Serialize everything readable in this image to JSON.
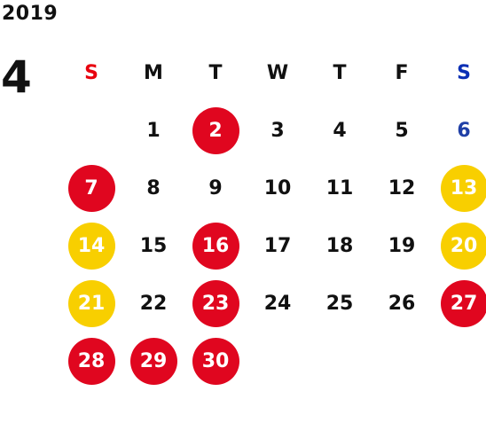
{
  "calendar": {
    "year": "2019",
    "month": "4",
    "weekdays": [
      {
        "label": "S",
        "color": "#e8000e"
      },
      {
        "label": "M",
        "color": "#111111"
      },
      {
        "label": "T",
        "color": "#111111"
      },
      {
        "label": "W",
        "color": "#111111"
      },
      {
        "label": "T",
        "color": "#111111"
      },
      {
        "label": "F",
        "color": "#111111"
      },
      {
        "label": "S",
        "color": "#0a2fb5"
      }
    ],
    "colors": {
      "holiday": "#e0061f",
      "weekend": "#f8cf00",
      "sunday_text": "#e8000e",
      "saturday_text": "#1f3fa6",
      "normal_text": "#111111"
    },
    "days": [
      {
        "label": "",
        "mark": "none"
      },
      {
        "label": "1",
        "mark": "none"
      },
      {
        "label": "2",
        "mark": "holiday"
      },
      {
        "label": "3",
        "mark": "none"
      },
      {
        "label": "4",
        "mark": "none"
      },
      {
        "label": "5",
        "mark": "none"
      },
      {
        "label": "6",
        "mark": "saturday_text"
      },
      {
        "label": "7",
        "mark": "holiday"
      },
      {
        "label": "8",
        "mark": "none"
      },
      {
        "label": "9",
        "mark": "none"
      },
      {
        "label": "10",
        "mark": "none"
      },
      {
        "label": "11",
        "mark": "none"
      },
      {
        "label": "12",
        "mark": "none"
      },
      {
        "label": "13",
        "mark": "weekend"
      },
      {
        "label": "14",
        "mark": "weekend"
      },
      {
        "label": "15",
        "mark": "none"
      },
      {
        "label": "16",
        "mark": "holiday"
      },
      {
        "label": "17",
        "mark": "none"
      },
      {
        "label": "18",
        "mark": "none"
      },
      {
        "label": "19",
        "mark": "none"
      },
      {
        "label": "20",
        "mark": "weekend"
      },
      {
        "label": "21",
        "mark": "weekend"
      },
      {
        "label": "22",
        "mark": "none"
      },
      {
        "label": "23",
        "mark": "holiday"
      },
      {
        "label": "24",
        "mark": "none"
      },
      {
        "label": "25",
        "mark": "none"
      },
      {
        "label": "26",
        "mark": "none"
      },
      {
        "label": "27",
        "mark": "holiday"
      },
      {
        "label": "28",
        "mark": "holiday"
      },
      {
        "label": "29",
        "mark": "holiday"
      },
      {
        "label": "30",
        "mark": "holiday"
      },
      {
        "label": "",
        "mark": "none"
      },
      {
        "label": "",
        "mark": "none"
      },
      {
        "label": "",
        "mark": "none"
      },
      {
        "label": "",
        "mark": "none"
      }
    ]
  }
}
